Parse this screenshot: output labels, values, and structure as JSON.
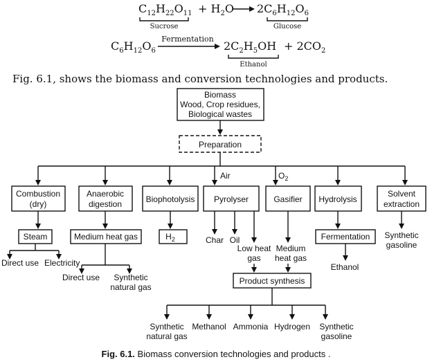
{
  "equations": {
    "eq1": {
      "sucrose": {
        "base": "C",
        "s1": "12",
        "m1": "H",
        "s2": "22",
        "m2": "O",
        "s3": "11"
      },
      "plus_water": "+ H",
      "water_sub": "2",
      "water_o": "O",
      "product_coef_c": "2C",
      "glucose": {
        "s1": "6",
        "m1": "H",
        "s2": "12",
        "m2": "O",
        "s3": "6"
      },
      "label_left": "Sucrose",
      "label_right": "Glucose"
    },
    "eq2": {
      "reactant": {
        "base": "C",
        "s1": "6",
        "m1": "H",
        "s2": "12",
        "m2": "O",
        "s3": "6"
      },
      "arrow_label": "Fermentation",
      "product_coef_c": "2C",
      "ethanol": {
        "s1": "2",
        "m1": "H",
        "s2": "5",
        "m2": "OH"
      },
      "co2": "+ 2CO",
      "co2_sub": "2",
      "label": "Ethanol"
    }
  },
  "intro_text": "Fig. 6.1, shows the biomass and conversion technologies and products.",
  "nodes": {
    "biomass": [
      "Biomass",
      "Wood, Crop residues,",
      "Biological wastes"
    ],
    "preparation": "Preparation",
    "air": "Air",
    "o2": {
      "base": "O",
      "sub": "2"
    },
    "combustion": [
      "Combustion",
      "(dry)"
    ],
    "anaerobic": [
      "Anaerobic",
      "digestion"
    ],
    "biophotolysis": "Biophotolysis",
    "pyrolyser": "Pyrolyser",
    "gasifier": "Gasifier",
    "hydrolysis": "Hydrolysis",
    "solvent": [
      "Solvent",
      "extraction"
    ],
    "steam": "Steam",
    "medium_heat_gas_box": "Medium heat gas",
    "h2": {
      "base": "H",
      "sub": "2"
    },
    "fermentation": "Fermentation",
    "product_synthesis": "Product synthesis"
  },
  "outputs": {
    "direct_use_1": "Direct use",
    "electricity": "Electricity",
    "direct_use_2": "Direct use",
    "synthetic_natural_gas_1": [
      "Synthetic",
      "natural gas"
    ],
    "char": "Char",
    "oil": "Oil",
    "low_heat_gas": [
      "Low heat",
      "gas"
    ],
    "medium_heat_gas": [
      "Medium",
      "heat gas"
    ],
    "ethanol": "Ethanol",
    "synthetic_gasoline_1": [
      "Synthetic",
      "gasoline"
    ],
    "synthetic_natural_gas_2": [
      "Synthetic",
      "natural gas"
    ],
    "methanol": "Methanol",
    "ammonia": "Ammonia",
    "hydrogen": "Hydrogen",
    "synthetic_gasoline_2": [
      "Synthetic",
      "gasoline"
    ]
  },
  "caption": {
    "label": "Fig. 6.1.",
    "text": " Biomass conversion technologies and products ."
  }
}
